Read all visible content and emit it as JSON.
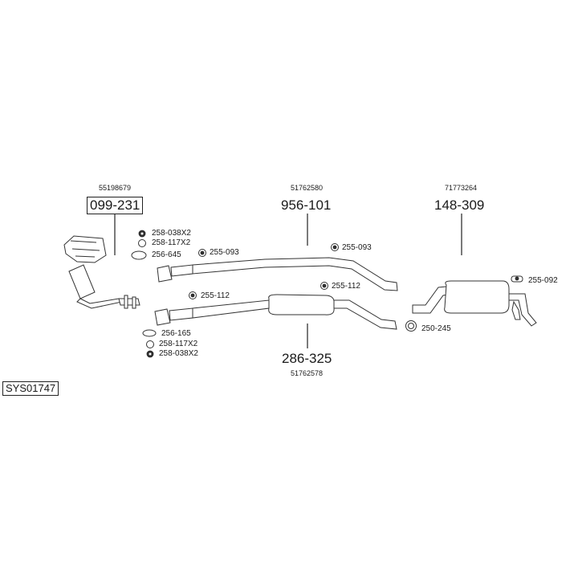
{
  "system_code": "SYS01747",
  "groups": {
    "manifold": {
      "oem": "55198679",
      "part": "099-231"
    },
    "front_pipe": {
      "oem": "51762580",
      "part": "956-101"
    },
    "middle_silencer": {
      "oem": "51762578",
      "part": "286-325"
    },
    "rear_silencer": {
      "oem": "71773264",
      "part": "148-309"
    }
  },
  "accessories": {
    "a1": "258-038X2",
    "a2": "258-117X2",
    "a3": "256-645",
    "a4": "255-093",
    "a5": "255-093",
    "a6": "255-112",
    "a7": "255-112",
    "a8": "256-165",
    "a9": "258-117X2",
    "a10": "258-038X2",
    "a11": "255-092",
    "a12": "250-245"
  }
}
